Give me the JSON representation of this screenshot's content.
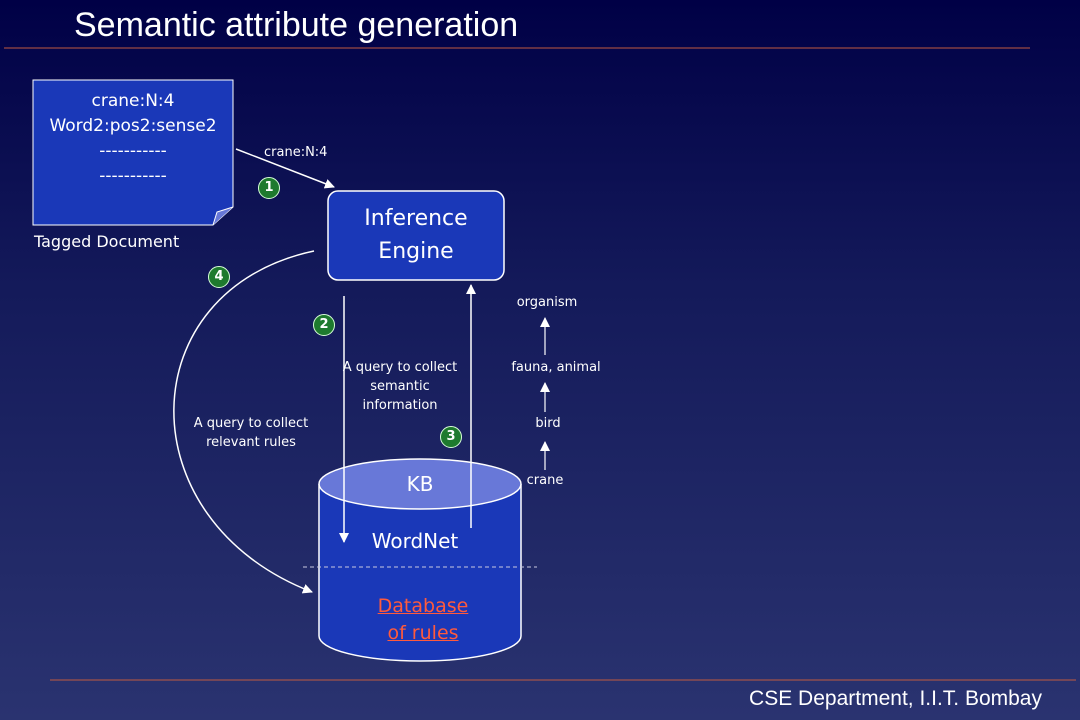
{
  "title": "Semantic attribute generation",
  "footer": "CSE Department, I.I.T. Bombay",
  "document": {
    "lines": [
      "crane:N:4",
      "Word2:pos2:sense2",
      "-----------",
      "-----------"
    ],
    "caption": "Tagged Document"
  },
  "engine": {
    "line1": "Inference",
    "line2": "Engine"
  },
  "kb": {
    "top_label": "KB",
    "wordnet_label": "WordNet",
    "rules_line1": "Database",
    "rules_line2": "of rules"
  },
  "arrow_labels": {
    "input": "crane:N:4",
    "semantic_query": [
      "A query to collect",
      "semantic",
      "information"
    ],
    "rules_query": [
      "A query to collect",
      "relevant rules"
    ]
  },
  "steps": [
    "1",
    "2",
    "3",
    "4"
  ],
  "hierarchy": [
    "crane",
    "bird",
    "fauna, animal",
    "organism"
  ],
  "colors": {
    "background_top": "#000046",
    "box_fill": "#1a38b8",
    "kb_top_fill": "#6878d8",
    "step_fill": "#1e7a2e",
    "rules_text": "#ff5a3c",
    "divider": "#c05a40"
  }
}
